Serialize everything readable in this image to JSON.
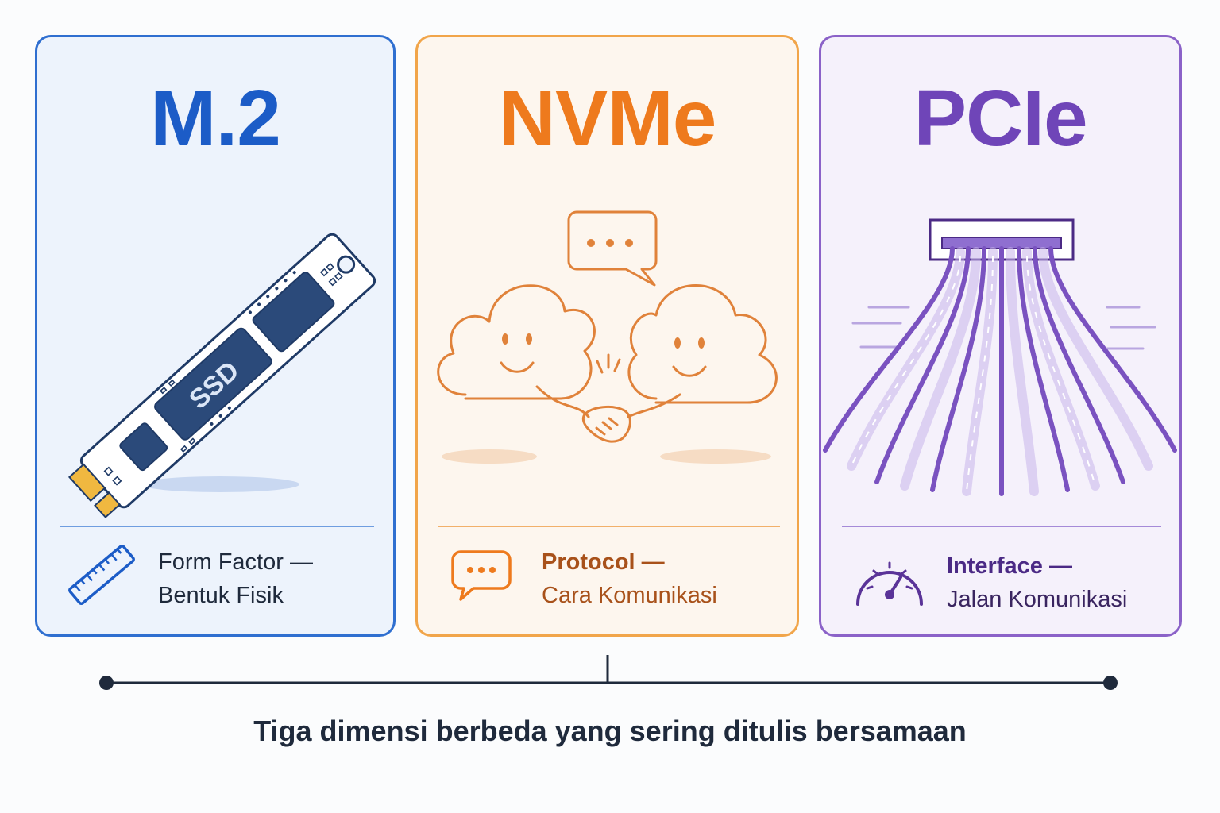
{
  "colors": {
    "m2": "#1c5cc7",
    "nvme": "#ee7a1d",
    "pcie": "#6f45b8",
    "text_dark": "#1f2a3c"
  },
  "cards": {
    "m2": {
      "title": "M.2",
      "chip_label": "SSD",
      "caption_title": "Form Factor —",
      "caption_sub": "Bentuk Fisik",
      "caption_icon": "ruler-icon",
      "illustration": "ssd-stick-illustration"
    },
    "nvme": {
      "title": "NVMe",
      "caption_title": "Protocol —",
      "caption_sub": "Cara Komunikasi",
      "caption_icon": "speech-bubble-icon",
      "illustration": "clouds-handshake-illustration"
    },
    "pcie": {
      "title": "PCIe",
      "caption_title": "Interface —",
      "caption_sub": "Jalan Komunikasi",
      "caption_icon": "speedometer-icon",
      "illustration": "highway-lanes-illustration"
    }
  },
  "footer": {
    "caption": "Tiga dimensi berbeda yang sering ditulis bersamaan"
  }
}
